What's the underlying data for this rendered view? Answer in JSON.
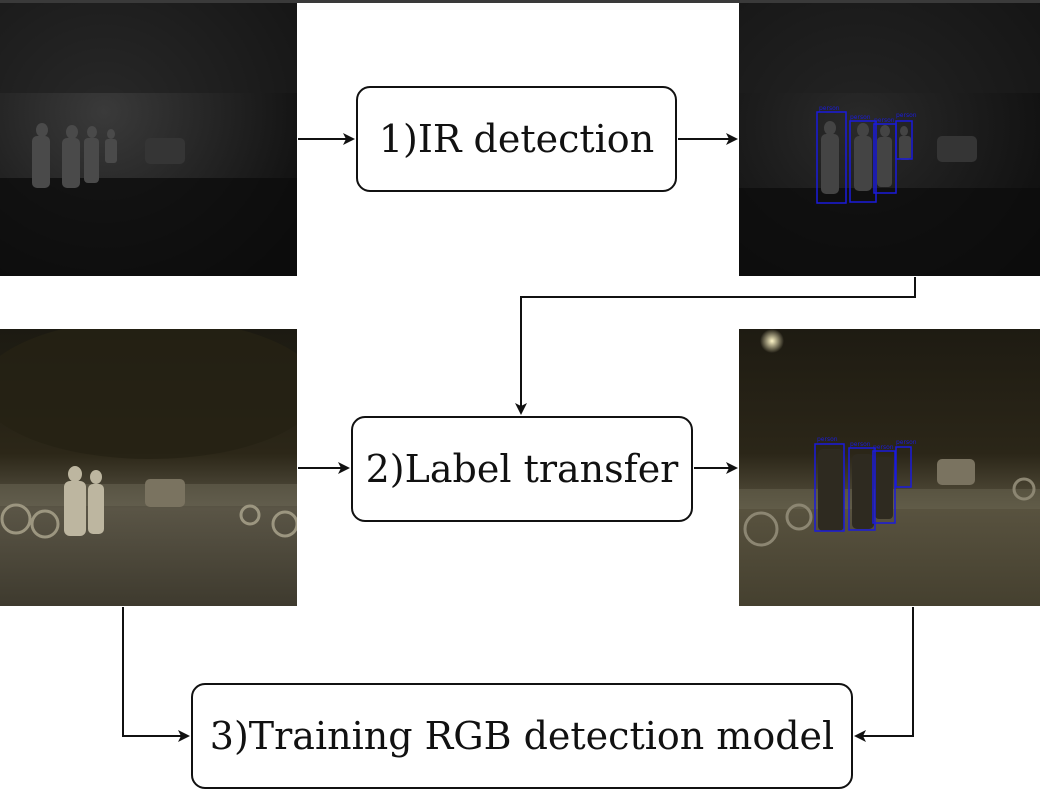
{
  "steps": {
    "ir_detection": "1)IR detection",
    "label_transfer": "2)Label transfer",
    "training": "3)Training RGB detection model"
  },
  "detection_labels": [
    "person",
    "person",
    "person",
    "person"
  ],
  "colors": {
    "box_border": "#111111",
    "detection_box": "#1a1adc",
    "ir_bg": "#141414",
    "rgb_bg": "#2a2418"
  },
  "icons": [
    "arrow-right-icon",
    "arrow-down-icon",
    "arrow-left-icon"
  ]
}
